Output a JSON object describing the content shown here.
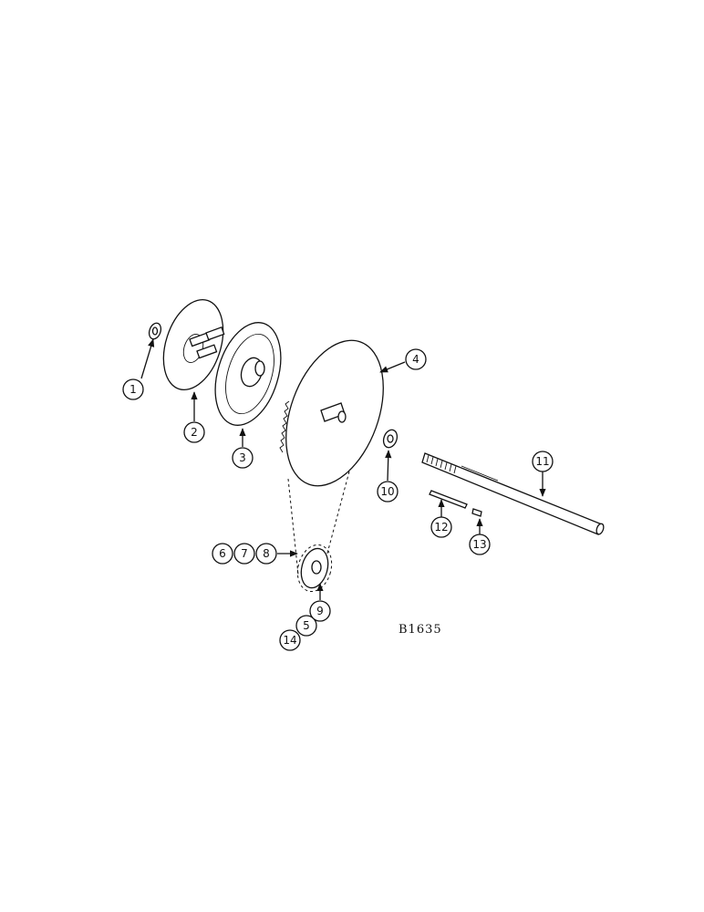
{
  "figure_id": "B1635",
  "callouts": [
    "1",
    "2",
    "3",
    "4",
    "5",
    "6",
    "7",
    "8",
    "9",
    "10",
    "11",
    "12",
    "13",
    "14"
  ]
}
